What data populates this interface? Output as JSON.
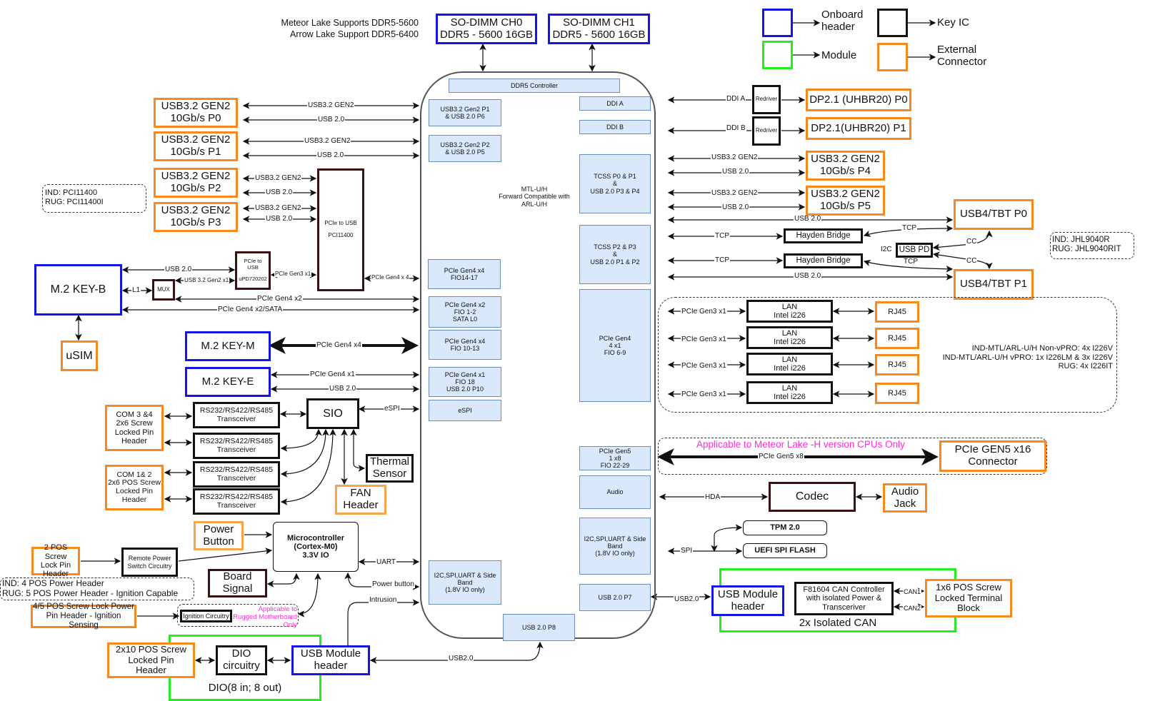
{
  "legend": {
    "onboard_header": "Onboard\nheader",
    "key_ic": "Key IC",
    "module": "Module",
    "external_connector": "External\nConnector",
    "colors": {
      "onboard_header": "#1515e6",
      "key_ic": "#111111",
      "module": "#22ee22",
      "external_connector": "#f7891f"
    }
  },
  "notes": {
    "memory_support_1": "Meteor Lake Supports DDR5-5600",
    "memory_support_2": "Arrow Lake Support DDR5-6400",
    "pci11400_variants": "IND: PCI11400\nRUG: PCI11400I",
    "jhl_variants": "IND: JHL9040R\nRUG: JHL9040RIT",
    "lan_variants": "IND-MTL/ARL-U/H Non-vPRO: 4x I226V\nIND-MTL/ARL-U/H vPRO: 1x I226LM  & 3x I226V\nRUG: 4x I226IT",
    "power_header_variants": "IND: 4 POS Power Header\nRUG: 5 POS Power Header - Ignition Capable",
    "meteor_lake_h_only": "Applicable to Meteor Lake -H version CPUs Only",
    "rugged_only": "Applicable to\nRugged Motherboard Only"
  },
  "memory": {
    "ch0": "SO-DIMM CH0\nDDR5 - 5600 16GB",
    "ch1": "SO-DIMM CH1\nDDR5 - 5600 16GB"
  },
  "soc": {
    "center_text": "MTL-U/H\nForward Compatible with\nARL-U/H",
    "blocks": {
      "ddr5_controller": "DDR5 Controller",
      "usb_p1": "USB3.2 Gen2 P1\n& USB 2.0 P6",
      "usb_p2": "USB3.2 Gen2 P2\n& USB 2.0 P5",
      "pcie_x4_fio14": "PCIe Gen4 x4\nFIO14-17",
      "pcie_x2_fio1": "PCIe Gen4 x2\nFIO 1-2\nSATA L0",
      "pcie_x4_fio10": "PCIe Gen4 x4\nFIO 10-13",
      "pcie_x1_fio18": "PCIe Gen4 x1\nFIO 18\nUSB 2.0 P10",
      "espi": "eSPI",
      "i2c_left": "I2C,SPI,UART & Side\nBand\n(1.8V IO only)",
      "usb_p8": "USB 2.0 P8",
      "ddi_a": "DDI A",
      "ddi_b": "DDI B",
      "tcss_p0p1": "TCSS P0 & P1\n&\nUSB 2.0 P3 & P4",
      "tcss_p2p3": "TCSS P2 & P3\n&\nUSB 2.0 P1 & P2",
      "pcie_4x1": "PCIe Gen4\n4 x1\nFIO 6-9",
      "pcie_gen5": "PCIe Gen5\n1 x8\nFIO 22-29",
      "audio": "Audio",
      "i2c_right": "I2C,SPI,UART & Side\nBand\n(1.8V IO only)",
      "usb_p7": "USB 2.0 P7"
    }
  },
  "left": {
    "usb_p0": "USB3.2 GEN2\n10Gb/s P0",
    "usb_p1": "USB3.2 GEN2\n10Gb/s P1",
    "usb_p2": "USB3.2 GEN2\n10Gb/s P2",
    "usb_p3": "USB3.2 GEN2\n10Gb/s P3",
    "pci11400": "PCIe to USB\n\nPCI11400",
    "upd720202": "PCIe to\nUSB\n\nuPD720202",
    "mux": "MUX",
    "m2_key_b": "M.2 KEY-B",
    "usim": "uSIM",
    "m2_key_m": "M.2 KEY-M",
    "m2_key_e": "M.2 KEY-E",
    "com34": "COM 3 &4\n2x6 Screw\nLocked Pin\nHeader",
    "com12": "COM 1& 2\n2x6 POS Screw\nLocked Pin\nHeader",
    "transceiver": "RS232/RS422/RS485\nTransceiver",
    "sio": "SIO",
    "thermal": "Thermal\nSensor",
    "fan": "FAN\nHeader",
    "power_button": "Power\nButton",
    "mcu": "Microcontroller\n(Cortex-M0)\n3.3V IO",
    "pos2_header": "2 POS Screw\nLock Pin\nHeader",
    "remote_power": "Remote Power\nSwitch  Circuitry",
    "board_signal": "Board\nSignal",
    "pos45_header": "4/5 POS Screw Lock Power\nPin Header - Ignition Sensing",
    "ignition": "Ignition Circuitry",
    "dio_header": "2x10 POS Screw\nLocked Pin\nHeader",
    "dio_circuitry": "DIO\ncircuitry",
    "usb_module_dio": "USB Module\nheader",
    "dio_module_caption": "DIO(8 in; 8 out)"
  },
  "right": {
    "redriver": "Redriver",
    "dp_p0": "DP2.1 (UHBR20) P0",
    "dp_p1": "DP2.1(UHBR20) P1",
    "usb_p4": "USB3.2 GEN2\n10Gb/s P4",
    "usb_p5": "USB3.2 GEN2\n10Gb/s P5",
    "tbt_p0": "USB4/TBT P0",
    "tbt_p1": "USB4/TBT P1",
    "hayden": "Hayden Bridge",
    "usb_pd": "USB PD",
    "lan": "LAN\nIntel i226",
    "rj45": "RJ45",
    "pcie5_connector": "PCIe GEN5 x16\nConnector",
    "codec": "Codec",
    "audio_jack": "Audio\nJack",
    "tpm": "TPM 2.0",
    "uefi": "UEFI SPI FLASH",
    "usb_module_can": "USB Module\nheader",
    "can_controller": "F81604 CAN Controller\nwith isolated Power &\nTransceriver",
    "can_terminal": "1x6 POS Screw\nLocked Terminal\nBlock",
    "can_module_caption": "2x Isolated CAN"
  },
  "links": {
    "usb32_gen2": "USB3.2 GEN2",
    "usb20": "USB 2.0",
    "usb20_nospace": "USB2.0",
    "usb32_gen2_x1": "USB 3.2 Gen2 x1",
    "pcie_gen3_x1": "PCIe Gen3 x1",
    "pcie_gen4_x4": "PCIe Gen4 x 4",
    "pcie_gen4_x2": "PCIe Gen4 x2",
    "pcie_gen4_x2_sata": "PCIe Gen4 x2/SATA",
    "pcie_gen4_x4_m": "PCIe Gen4 x4",
    "pcie_gen4_x1": "PCIe Gen4 x1",
    "l1": "L1",
    "espi": "eSPI",
    "uart": "UART",
    "power_button": "Power button",
    "intrusion": "Intrusion",
    "ddi_a": "DDI A",
    "ddi_b": "DDI B",
    "tcp": "TCP",
    "cc": "CC",
    "i2c": "I2C",
    "pcie_gen5_x8": "PCIe Gen5 x8",
    "hda": "HDA",
    "spi": "SPI",
    "can1": "CAN1",
    "can2": "CAN2"
  }
}
